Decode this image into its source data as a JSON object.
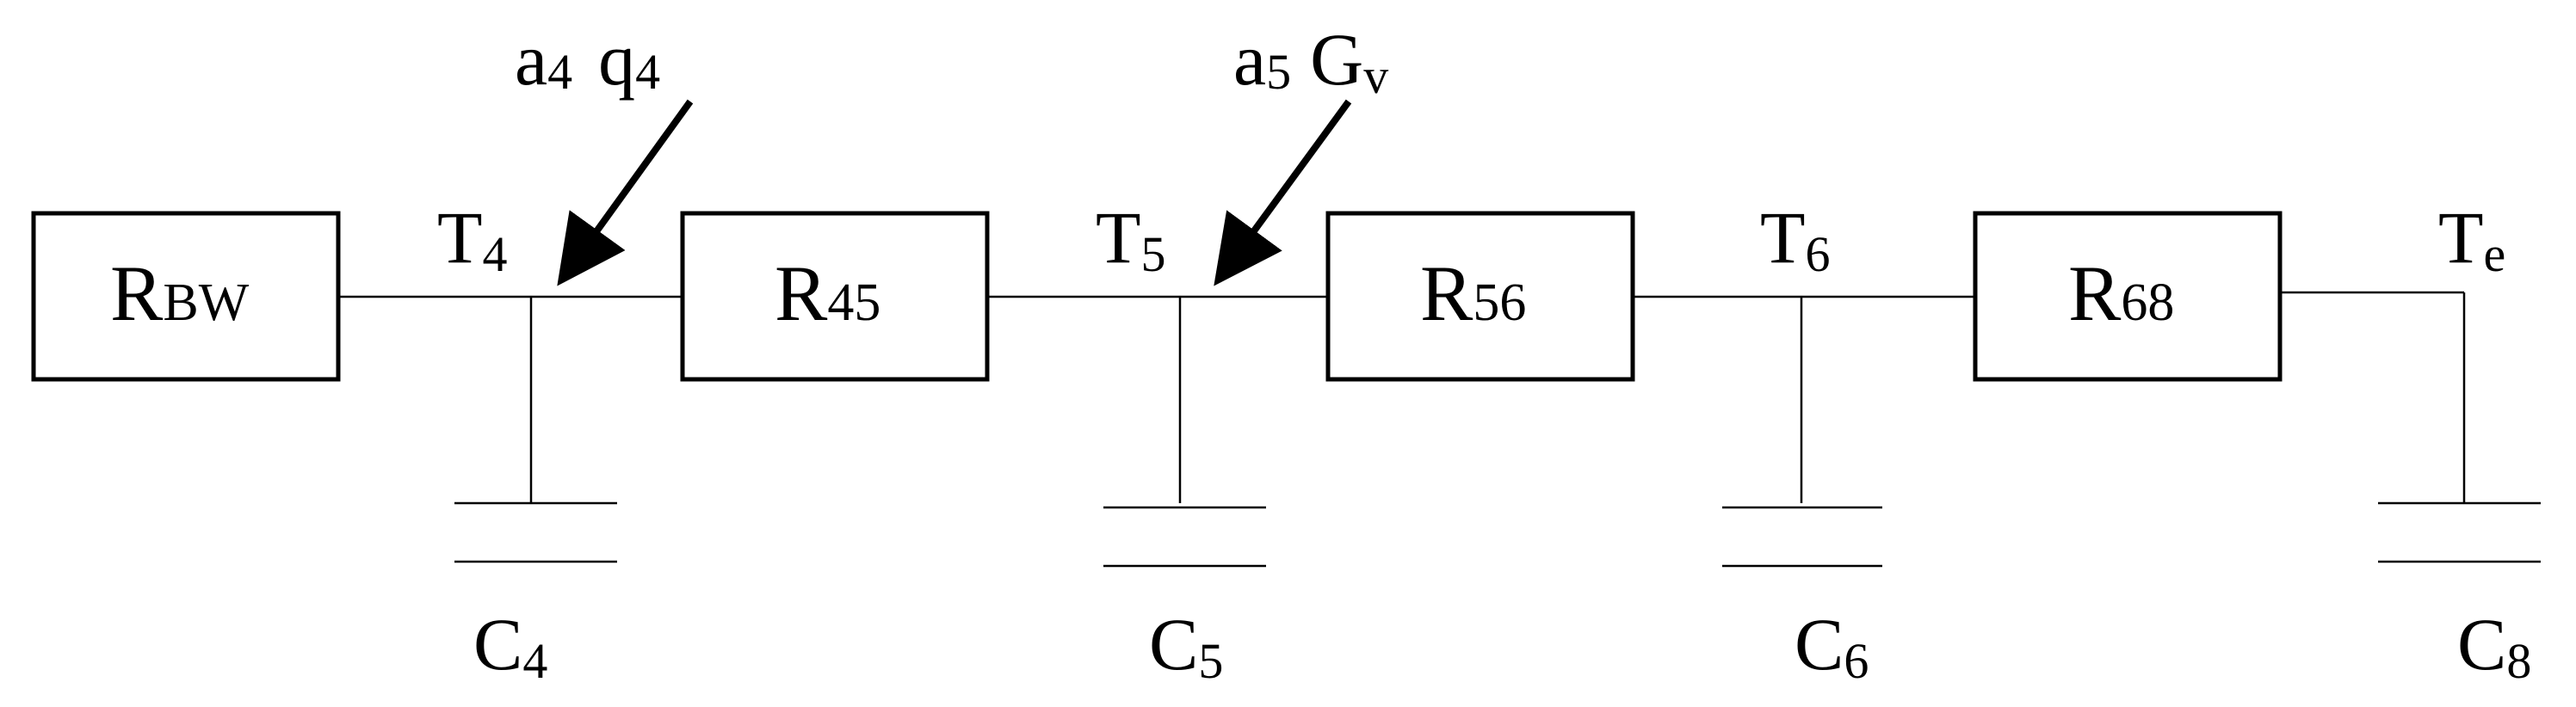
{
  "resistors": [
    {
      "id": "rbw",
      "main": "R",
      "sub": "BW"
    },
    {
      "id": "r45",
      "main": "R",
      "sub": "45"
    },
    {
      "id": "r56",
      "main": "R",
      "sub": "56"
    },
    {
      "id": "r68",
      "main": "R",
      "sub": "68"
    }
  ],
  "nodes": [
    {
      "id": "t4",
      "main": "T",
      "sub": "4"
    },
    {
      "id": "t5",
      "main": "T",
      "sub": "5"
    },
    {
      "id": "t6",
      "main": "T",
      "sub": "6"
    },
    {
      "id": "te",
      "main": "T",
      "sub": "e"
    }
  ],
  "capacitors": [
    {
      "id": "c4",
      "main": "C",
      "sub": "4"
    },
    {
      "id": "c5",
      "main": "C",
      "sub": "5"
    },
    {
      "id": "c6",
      "main": "C",
      "sub": "6"
    },
    {
      "id": "c8",
      "main": "C",
      "sub": "8"
    }
  ],
  "inputs": [
    {
      "id": "in4",
      "a_main": "a",
      "a_sub": "4",
      "b_main": "q",
      "b_sub": "4"
    },
    {
      "id": "in5",
      "a_main": "a",
      "a_sub": "5",
      "b_main": "G",
      "b_sub": "v"
    }
  ]
}
